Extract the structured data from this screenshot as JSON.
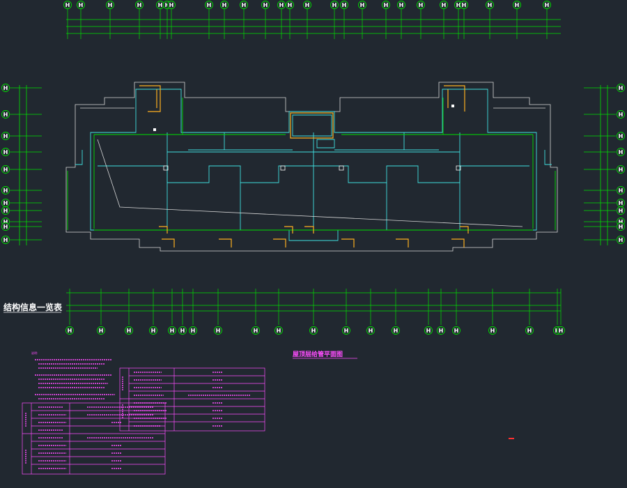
{
  "top_grid_labels": [
    "H",
    "H",
    "H",
    "H",
    "H",
    "H",
    "H",
    "H",
    "H",
    "H",
    "H",
    "H",
    "H",
    "H",
    "H",
    "H",
    "H",
    "H",
    "H",
    "H",
    "H",
    "H",
    "H",
    "H",
    "H",
    "H"
  ],
  "bottom_grid_labels": [
    "H",
    "H",
    "H",
    "H",
    "H",
    "H",
    "H",
    "H",
    "H",
    "H",
    "H",
    "H",
    "H",
    "H",
    "H",
    "H",
    "H",
    "H",
    "H",
    "H",
    "H"
  ],
  "left_grid_labels": [
    "H",
    "H",
    "H",
    "H",
    "H",
    "H",
    "H",
    "H",
    "H",
    "H",
    "H"
  ],
  "right_grid_labels": [
    "H",
    "H",
    "H",
    "H",
    "H",
    "H",
    "H",
    "H",
    "H",
    "H",
    "H"
  ],
  "section_title": "结构信息一览表",
  "plan_title": "屋顶层给管平面图",
  "notes_heading": "说明:",
  "colors": {
    "background": "#212830",
    "grid": "#00e000",
    "structure": "#40e0e0",
    "outline": "#d8d8d8",
    "table": "#ff4dff",
    "accent": "#ffb020"
  }
}
